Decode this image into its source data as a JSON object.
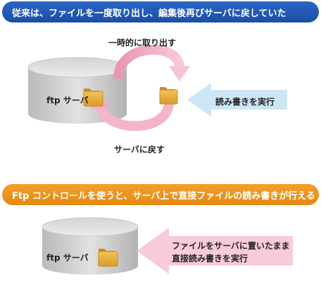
{
  "banner_before": "従来は、ファイルを一度取り出し、編集後再びサーバに戻していた",
  "banner_after": "Ftp コントロールを使うと、サーバ上で直接ファイルの読み書きが行える",
  "top": {
    "server_label": "ftp サーバ",
    "take_out_label": "一時的に取り出す",
    "return_label": "サーバに戻す",
    "rw_label": "読み書きを実行"
  },
  "bottom": {
    "server_label": "ftp サーバ",
    "direct_line1": "ファイルをサーバに置いたまま",
    "direct_line2": "直接読み書きを実行"
  },
  "colors": {
    "blue_banner": "#1f57b3",
    "orange_banner": "#ec9320",
    "pink_arrow": "#f2a6bd",
    "light_blue_arrow": "#cfe6f6",
    "folder": "#e3a63a"
  }
}
